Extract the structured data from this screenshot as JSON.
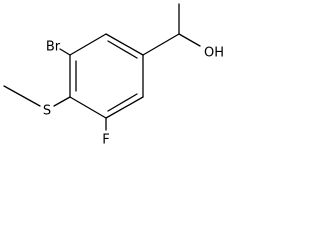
{
  "structure": {
    "atom_labels": {
      "bromine": "Br",
      "sulfur": "S",
      "fluorine": "F",
      "hydroxyl": "OH"
    },
    "colors": {
      "bond": "#000000",
      "label": "#000000",
      "background": "#ffffff"
    }
  }
}
